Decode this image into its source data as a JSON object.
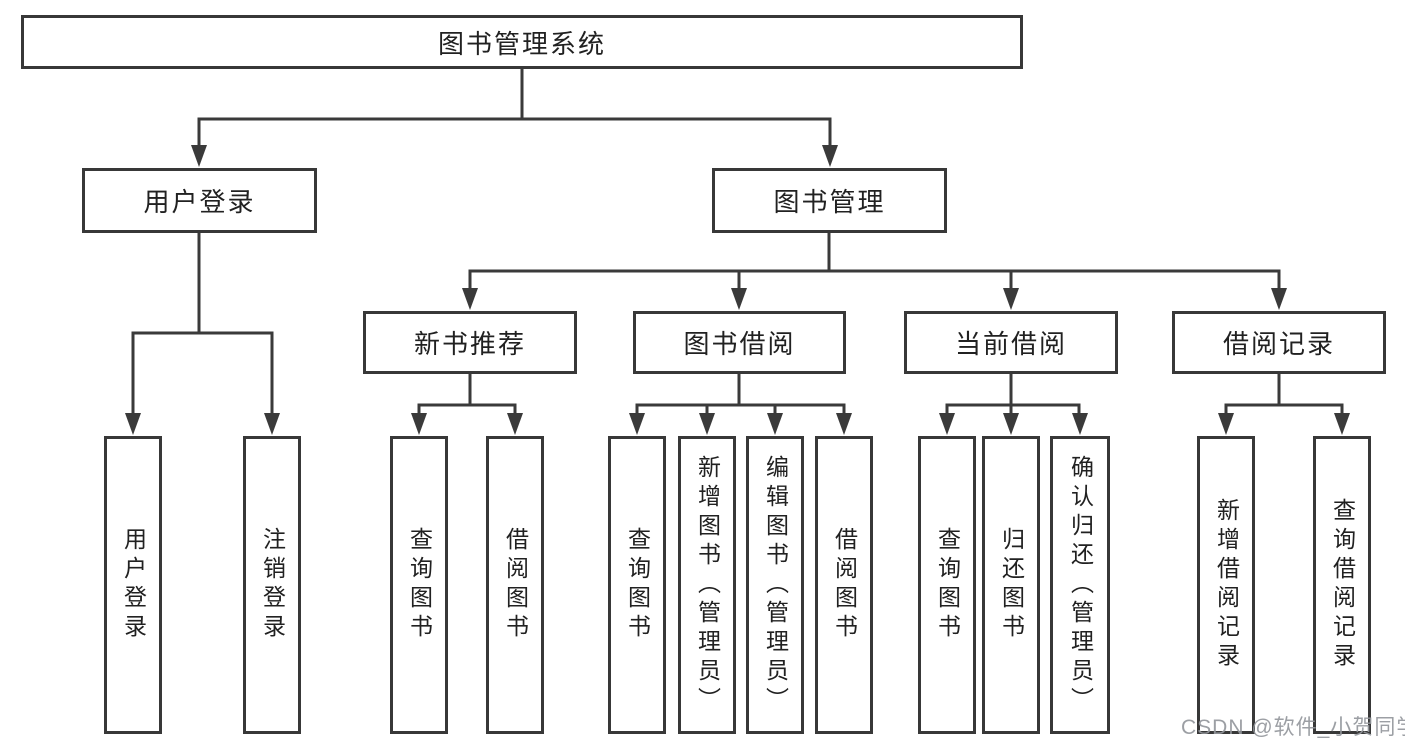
{
  "diagram": {
    "type": "hierarchy-tree",
    "title": "图书管理系统"
  },
  "nodes": {
    "root": "图书管理系统",
    "user_login": "用户登录",
    "book_management": "图书管理",
    "login": "用户登录",
    "logout": "注销登录",
    "new_book_recommend": "新书推荐",
    "book_borrow": "图书借阅",
    "current_borrow": "当前借阅",
    "borrow_records": "借阅记录",
    "nbr_query_book": "查询图书",
    "nbr_borrow_book": "借阅图书",
    "bb_query_book": "查询图书",
    "bb_add_book": "新增图书（管理员）",
    "bb_edit_book": "编辑图书（管理员）",
    "bb_borrow_book": "借阅图书",
    "cb_query_book": "查询图书",
    "cb_return_book": "归还图书",
    "cb_confirm_return": "确认归还（管理员）",
    "br_add_record": "新增借阅记录",
    "br_query_record": "查询借阅记录"
  },
  "hierarchy": {
    "图书管理系统": {
      "用户登录": [
        "用户登录",
        "注销登录"
      ],
      "图书管理": {
        "新书推荐": [
          "查询图书",
          "借阅图书"
        ],
        "图书借阅": [
          "查询图书",
          "新增图书（管理员）",
          "编辑图书（管理员）",
          "借阅图书"
        ],
        "当前借阅": [
          "查询图书",
          "归还图书",
          "确认归还（管理员）"
        ],
        "借阅记录": [
          "新增借阅记录",
          "查询借阅记录"
        ]
      }
    }
  },
  "watermark": {
    "text": "CSDN @软件_小贺同学",
    "color": "#94979c"
  },
  "colors": {
    "line": "#3a3a3a",
    "box_border": "#383838",
    "text": "#212121",
    "background": "#ffffff"
  }
}
